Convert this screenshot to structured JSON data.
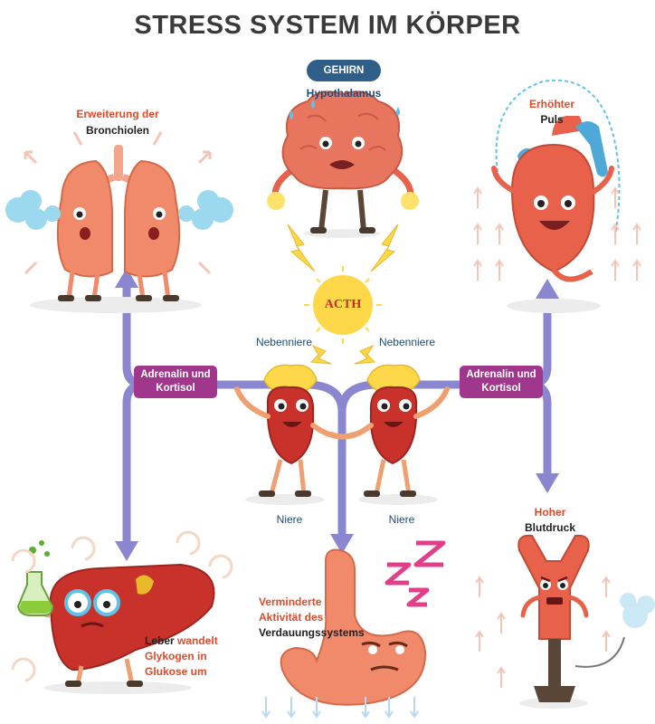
{
  "title": "STRESS SYSTEM IM KÖRPER",
  "brain": {
    "badge": "GEHIRN",
    "label": "Hypothalamus"
  },
  "acth": "ACTH",
  "lungs": {
    "line1": "Erweiterung der",
    "line2": "Bronchiolen"
  },
  "heart": {
    "line1": "Erhöhter",
    "line2": "Puls"
  },
  "hormones_left": {
    "line1": "Adrenalin und",
    "line2": "Kortisol"
  },
  "hormones_right": {
    "line1": "Adrenalin und",
    "line2": "Kortisol"
  },
  "adrenal_left": "Nebenniere",
  "adrenal_right": "Nebenniere",
  "kidney_left": "Niere",
  "kidney_right": "Niere",
  "blood_pressure": {
    "line1": "Hoher",
    "line2": "Blutdruck"
  },
  "digestion": {
    "line1": "Verminderte",
    "line2": "Aktivität des",
    "line3": "Verdauungssystems"
  },
  "liver": {
    "line1_a": "Leber ",
    "line1_b": "wandelt",
    "line2": "Glykogen in",
    "line3": "Glukose um"
  },
  "colors": {
    "arrow": "#8a86cf",
    "pill": "#a0378c",
    "badge": "#2f5f88",
    "acth": "#ffd84a",
    "organ": "#e8614a",
    "label_red": "#e04a2a"
  },
  "icons": [
    "brain-icon",
    "lungs-icon",
    "heart-icon",
    "adrenal-kidney-icon",
    "liver-icon",
    "stomach-icon",
    "blood-vessel-icon",
    "lightning-icon",
    "sleep-zzz-icon"
  ]
}
